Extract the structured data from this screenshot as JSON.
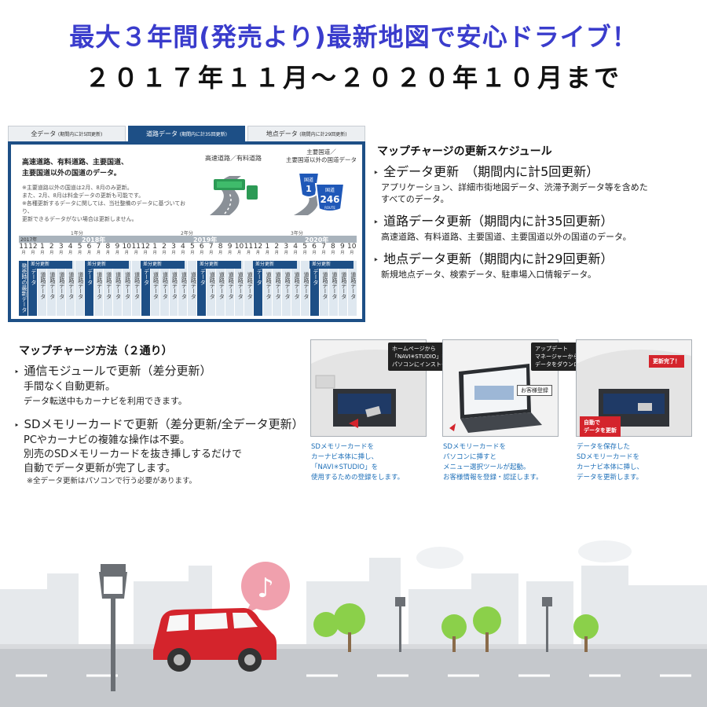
{
  "headline": {
    "line1": "最大３年間(発売より)最新地図で安心ドライブ！",
    "line2": "２０１７年１１月～２０２０年１０月まで"
  },
  "schedule_panel": {
    "tabs": [
      {
        "label": "全データ",
        "sub": "(期間内に計5回更新)",
        "active": false
      },
      {
        "label": "道路データ",
        "sub": "(期間内に計35回更新)",
        "active": true
      },
      {
        "label": "地点データ",
        "sub": "(期間内に計29回更新)",
        "active": false
      }
    ],
    "description": [
      "高速道路、有料道路、主要国道、",
      "主要国道以外の国道のデータ。"
    ],
    "notes": [
      "※主要道路以外の国道は2月、8月のみ更新。",
      "また、2月、8月は料金データの更新も可能です。",
      "※各種更新するデータに関しては、当社整備のデータに基づいており、",
      "更新できるデータがない場合は更新しません。"
    ],
    "icon1_label": "高速道路／有料道路",
    "icon2_label": [
      "主要国道／",
      "主要国道以外の国道データ"
    ],
    "route_sign_1": "1",
    "route_sign_246": "246",
    "route_text": "国道",
    "route_word": "ROUTE",
    "year_period_labels": [
      "1年分",
      "2年分",
      "3年分"
    ],
    "start_year": "2017年",
    "years": [
      "2018年",
      "2019年",
      "2020年"
    ],
    "months": [
      "11",
      "12",
      "1",
      "2",
      "3",
      "4",
      "5",
      "6",
      "7",
      "8",
      "9",
      "10",
      "11",
      "12",
      "1",
      "2",
      "3",
      "4",
      "5",
      "6",
      "7",
      "8",
      "9",
      "10",
      "11",
      "12",
      "1",
      "2",
      "3",
      "4",
      "5",
      "6",
      "7",
      "8",
      "9",
      "10"
    ],
    "month_unit": "月",
    "first_cell": "発売時の最新データ",
    "road_cell": "道路データ",
    "full_cell": "全データ",
    "diff_label": "差分更新"
  },
  "schedule_info": {
    "title": "マップチャージの更新スケジュール",
    "items": [
      {
        "head": "全データ更新　（期間内に計5回更新）",
        "desc": [
          "アプリケーション、詳細市街地図データ、渋滞予測データ等を含めた",
          "すべてのデータ。"
        ]
      },
      {
        "head": "道路データ更新（期間内に計35回更新）",
        "desc": [
          "高速道路、有料道路、主要国道、主要国道以外の国道のデータ。"
        ]
      },
      {
        "head": "地点データ更新（期間内に計29回更新）",
        "desc": [
          "新規地点データ、検索データ、駐車場入口情報データ。"
        ]
      }
    ]
  },
  "method": {
    "title": "マップチャージ方法（２通り）",
    "item1": {
      "head": "通信モジュールで更新（差分更新）",
      "lines": [
        "手間なく自動更新。"
      ],
      "small": "データ転送中もカーナビを利用できます。"
    },
    "item2": {
      "head": "SDメモリーカードで更新（差分更新/全データ更新）",
      "lines": [
        "PCやカーナビの複雑な操作は不要。",
        "別売のSDメモリーカードを抜き挿しするだけで",
        "自動でデータ更新が完了します。"
      ],
      "note": "※全データ更新はパソコンで行う必要があります。"
    }
  },
  "steps": [
    {
      "bubble": [
        "ホームページから",
        "「NAVI✳STUDIO」をダウンロードし、",
        "パソコンにインストール"
      ],
      "caption": [
        "SDメモリーカードを",
        "カーナビ本体に挿し、",
        "「NAVI✳STUDIO」を",
        "使用するための登録をします。"
      ]
    },
    {
      "bubble": [
        "アップデート",
        "マネージャーから",
        "データをダウンロード"
      ],
      "badge": "お客様登録",
      "caption": [
        "SDメモリーカードを",
        "パソコンに挿すと",
        "メニュー選択ツールが起動。",
        "お客様情報を登録・認証します。"
      ]
    },
    {
      "red_top": "更新完了！",
      "red_bottom": [
        "自動で",
        "データを更新"
      ],
      "caption": [
        "データを保存した",
        "SDメモリーカードを",
        "カーナビ本体に挿し、",
        "データを更新します。"
      ]
    }
  ],
  "colors": {
    "title_blue": "#3a3ccc",
    "navy": "#1d4f86",
    "car_red": "#d4242c",
    "note_pink": "#f0a0ad",
    "tree_green": "#8bd04a"
  }
}
